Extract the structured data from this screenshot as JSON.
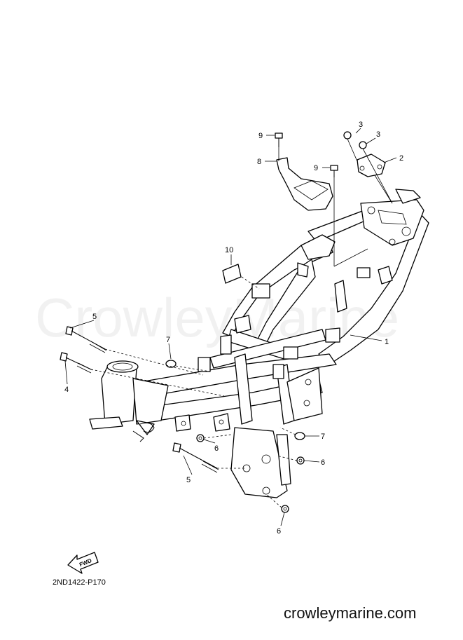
{
  "watermark": "CrowleyMarine",
  "site_url": "crowleymarine.com",
  "diagram_code": "2ND1422-P170",
  "fwd_label": "FWD",
  "callouts": [
    "1",
    "2",
    "3",
    "3",
    "4",
    "5",
    "5",
    "6",
    "6",
    "6",
    "7",
    "7",
    "8",
    "9",
    "9",
    "10"
  ]
}
